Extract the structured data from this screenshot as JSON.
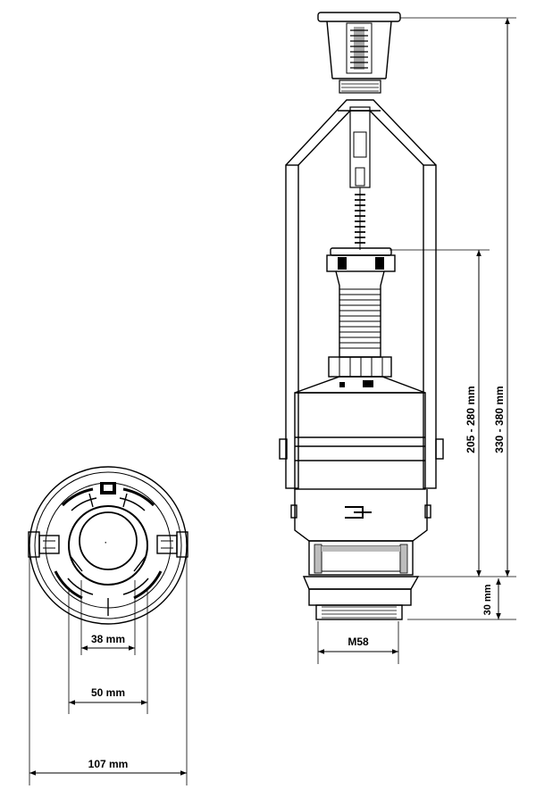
{
  "dimensions": {
    "inner_diameter": "38 mm",
    "outer_diameter": "50 mm",
    "total_width": "107 mm",
    "thread": "M58",
    "base_height": "30 mm",
    "float_height_range": "205 - 280 mm",
    "total_height_range": "330 - 380 mm"
  },
  "colors": {
    "line": "#000000",
    "background": "#ffffff",
    "shade": "#bdbdbd"
  }
}
